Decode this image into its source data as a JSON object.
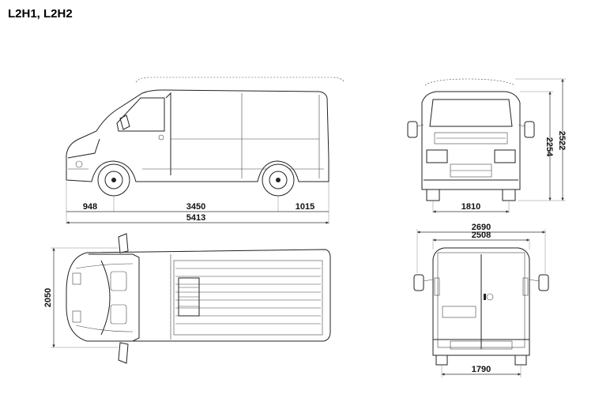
{
  "title": "L2H1, L2H2",
  "side_view": {
    "front_overhang": "948",
    "wheelbase": "3450",
    "rear_overhang": "1015",
    "overall_length": "5413"
  },
  "front_view": {
    "height_h2": "2522",
    "height_h1": "2254",
    "track_front": "1810"
  },
  "top_view": {
    "width": "2050"
  },
  "rear_view": {
    "width_mirrors": "2690",
    "width_body": "2508",
    "track_rear": "1790"
  }
}
